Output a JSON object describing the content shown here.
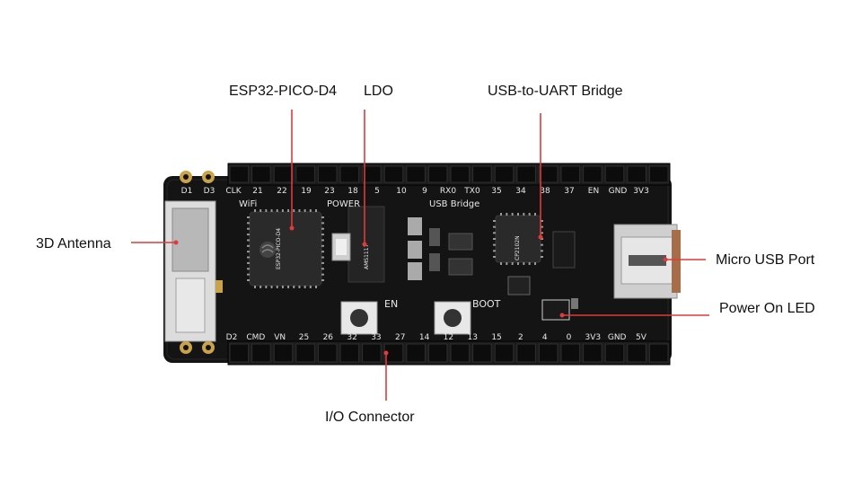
{
  "callouts": {
    "esp32": "ESP32-PICO-D4",
    "ldo": "LDO",
    "usb_uart": "USB-to-UART Bridge",
    "antenna": "3D Antenna",
    "micro_usb": "Micro USB Port",
    "power_led": "Power On LED",
    "io_connector": "I/O Connector"
  },
  "silkscreen": {
    "top_pins": [
      "D1",
      "D3",
      "CLK",
      "21",
      "22",
      "19",
      "23",
      "18",
      "5",
      "10",
      "9",
      "RX0",
      "TX0",
      "35",
      "34",
      "38",
      "37",
      "EN",
      "GND",
      "3V3"
    ],
    "bottom_pins": [
      "D2",
      "CMD",
      "VN",
      "25",
      "26",
      "32",
      "33",
      "27",
      "14",
      "12",
      "13",
      "15",
      "2",
      "4",
      "0",
      "3V3",
      "GND",
      "5V"
    ],
    "sections": {
      "wifi": "WiFi",
      "power": "POWER",
      "usb_bridge": "USB Bridge"
    },
    "buttons": {
      "en": "EN",
      "boot": "BOOT"
    },
    "chips": {
      "esp32_marking": "ESP32-PICO-D4",
      "uart_marking": "CP2102N",
      "ldo_marking": "AMS1117"
    }
  },
  "colors": {
    "leader_line": "#e03a3a",
    "pcb": "#141414",
    "header": "#1c1c1c",
    "gold": "#c9a24a"
  }
}
